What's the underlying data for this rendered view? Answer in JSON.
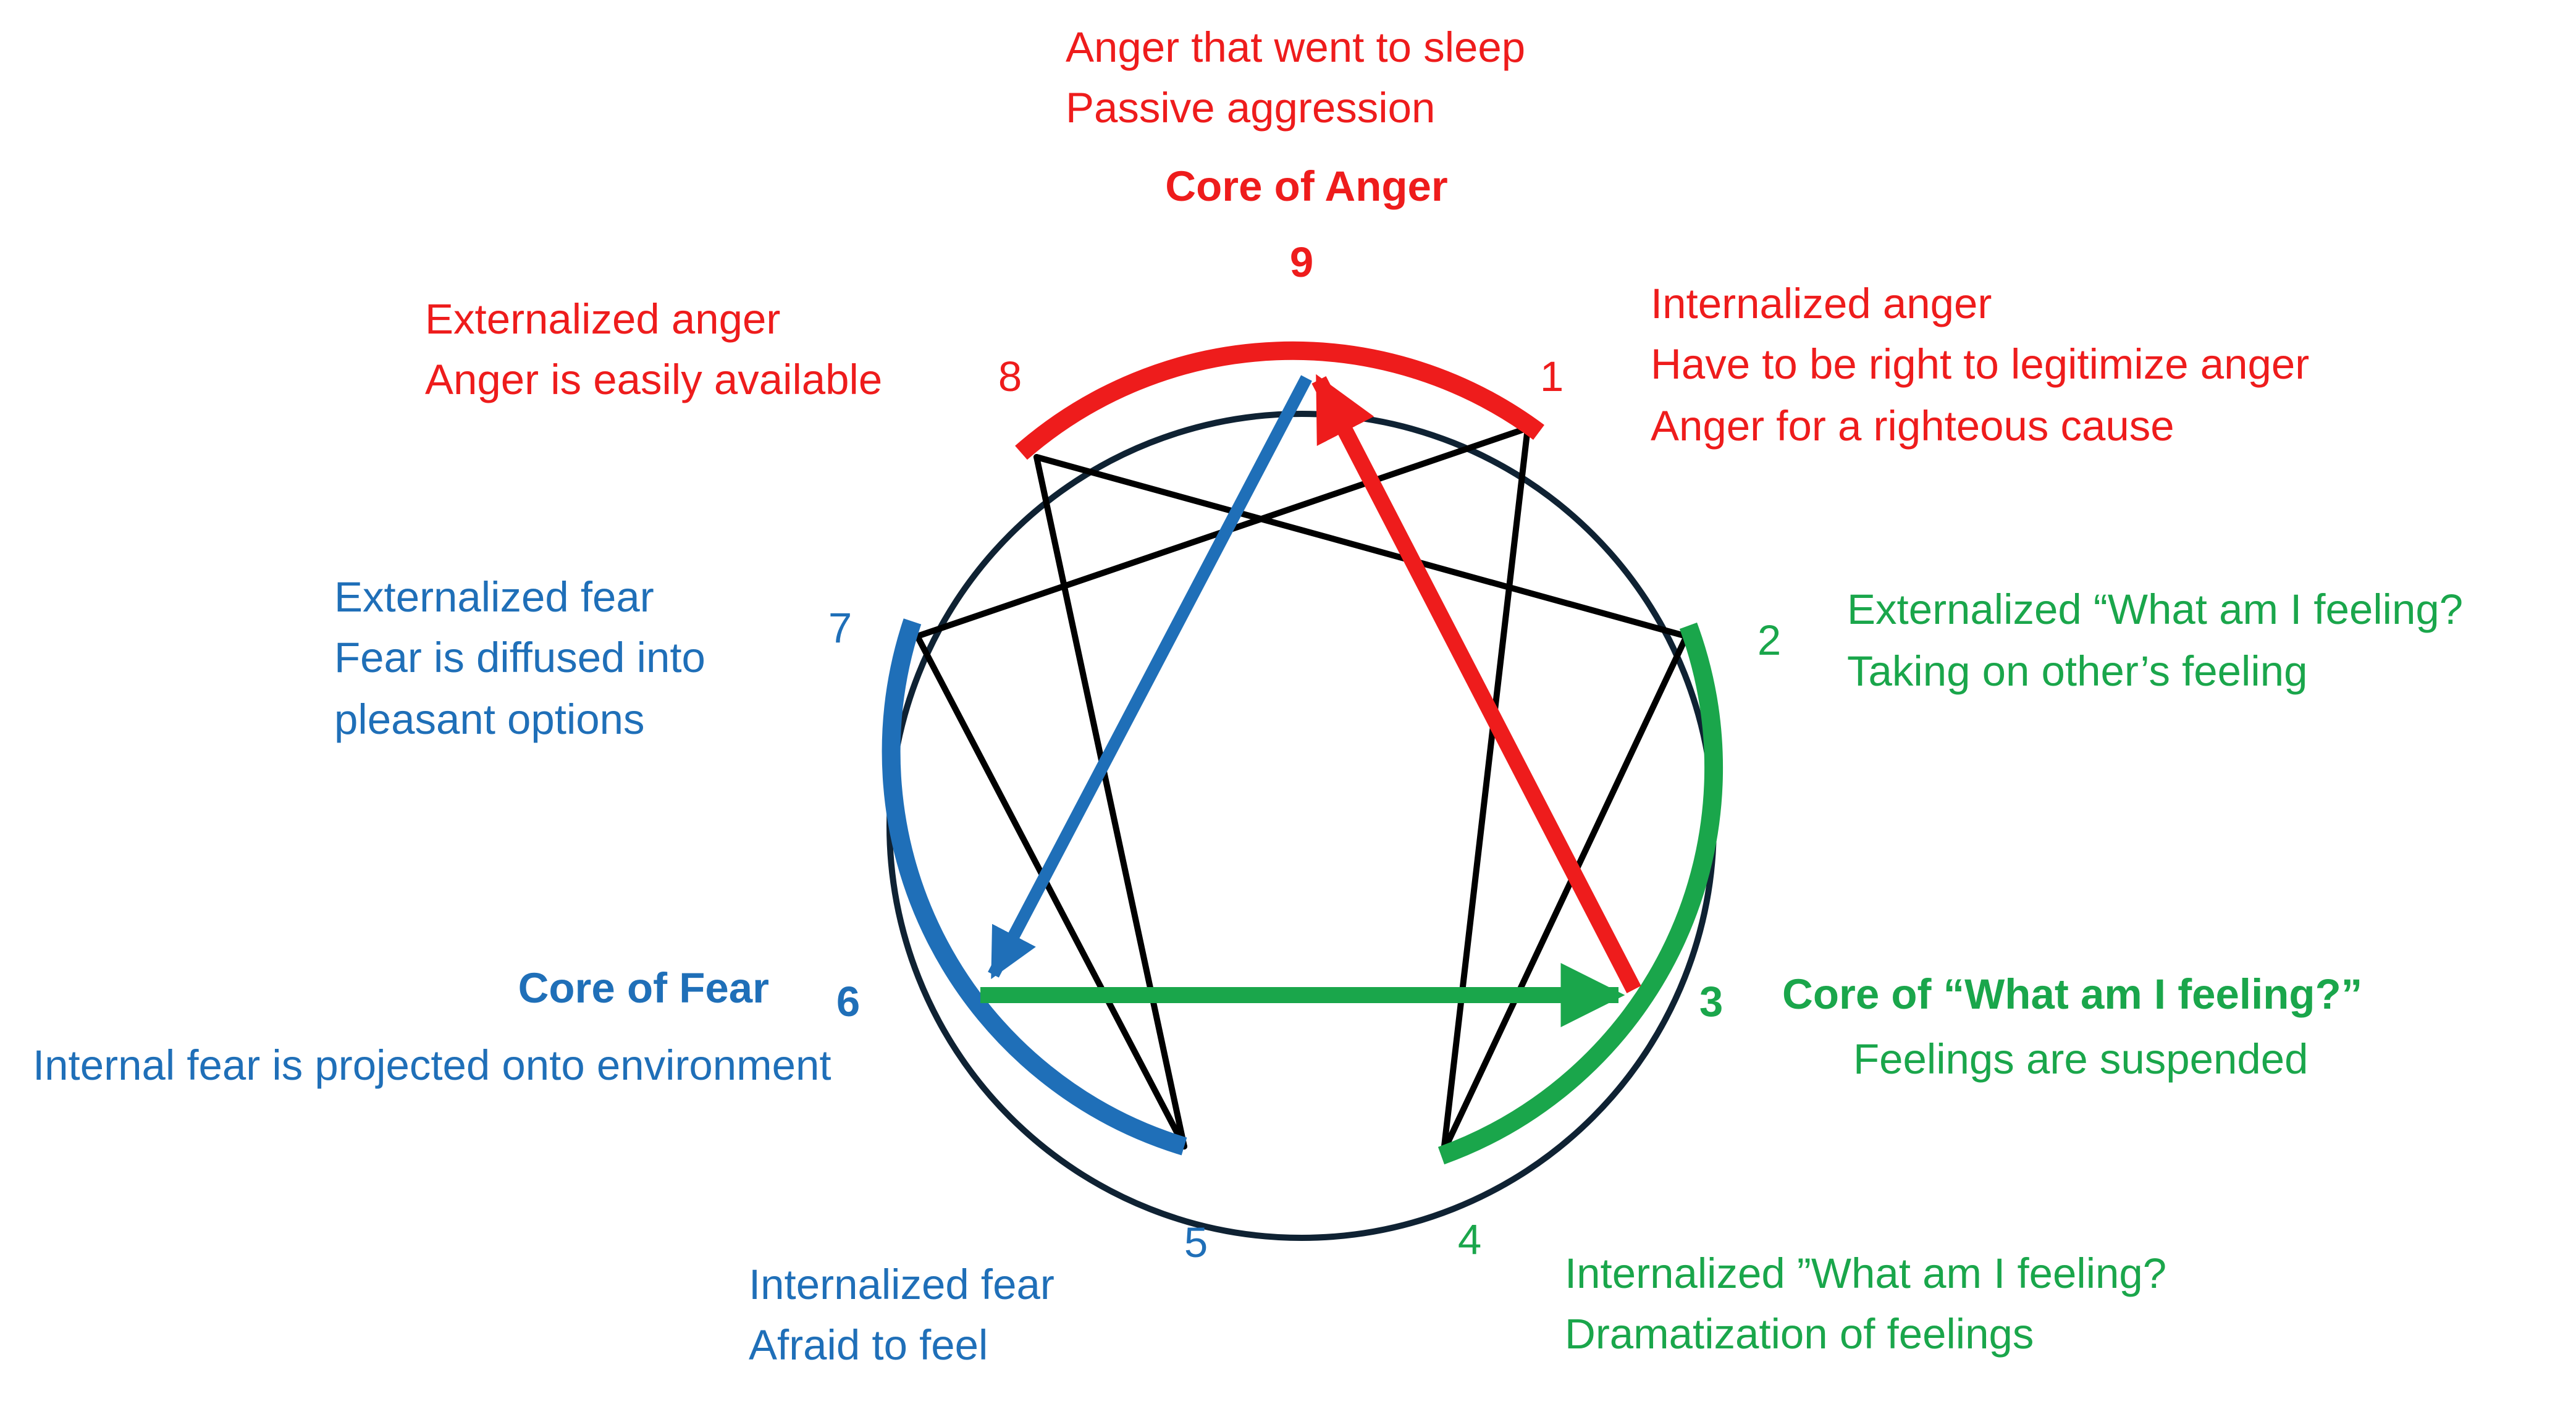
{
  "colors": {
    "anger": "#ee1c1c",
    "fear": "#1f6fb8",
    "feeling": "#1aa64b",
    "line": "#000000",
    "circle": "#0f2233"
  },
  "points": {
    "p1": "1",
    "p2": "2",
    "p3": "3",
    "p4": "4",
    "p5": "5",
    "p6": "6",
    "p7": "7",
    "p8": "8",
    "p9": "9"
  },
  "anger": {
    "top_line1": "Anger that went to sleep",
    "top_line2": "Passive aggression",
    "core": "Core of Anger",
    "ext_line1": "Externalized anger",
    "ext_line2": "Anger is easily available",
    "int_line1": "Internalized anger",
    "int_line2": "Have to be right to legitimize anger",
    "int_line3": "Anger for a righteous cause"
  },
  "fear": {
    "ext_line1": "Externalized fear",
    "ext_line2": "Fear is diffused into",
    "ext_line3": "pleasant options",
    "core": "Core of Fear",
    "core_desc": "Internal fear is projected onto environment",
    "int_line1": "Internalized fear",
    "int_line2": "Afraid to feel"
  },
  "feeling": {
    "ext_line1": "Externalized “What am I feeling?",
    "ext_line2": "Taking on other’s feeling",
    "core": "Core of “What am I feeling?”",
    "core_desc": "Feelings are suspended",
    "int_line1": "Internalized ”What am I feeling?",
    "int_line2": "Dramatization of feelings"
  }
}
